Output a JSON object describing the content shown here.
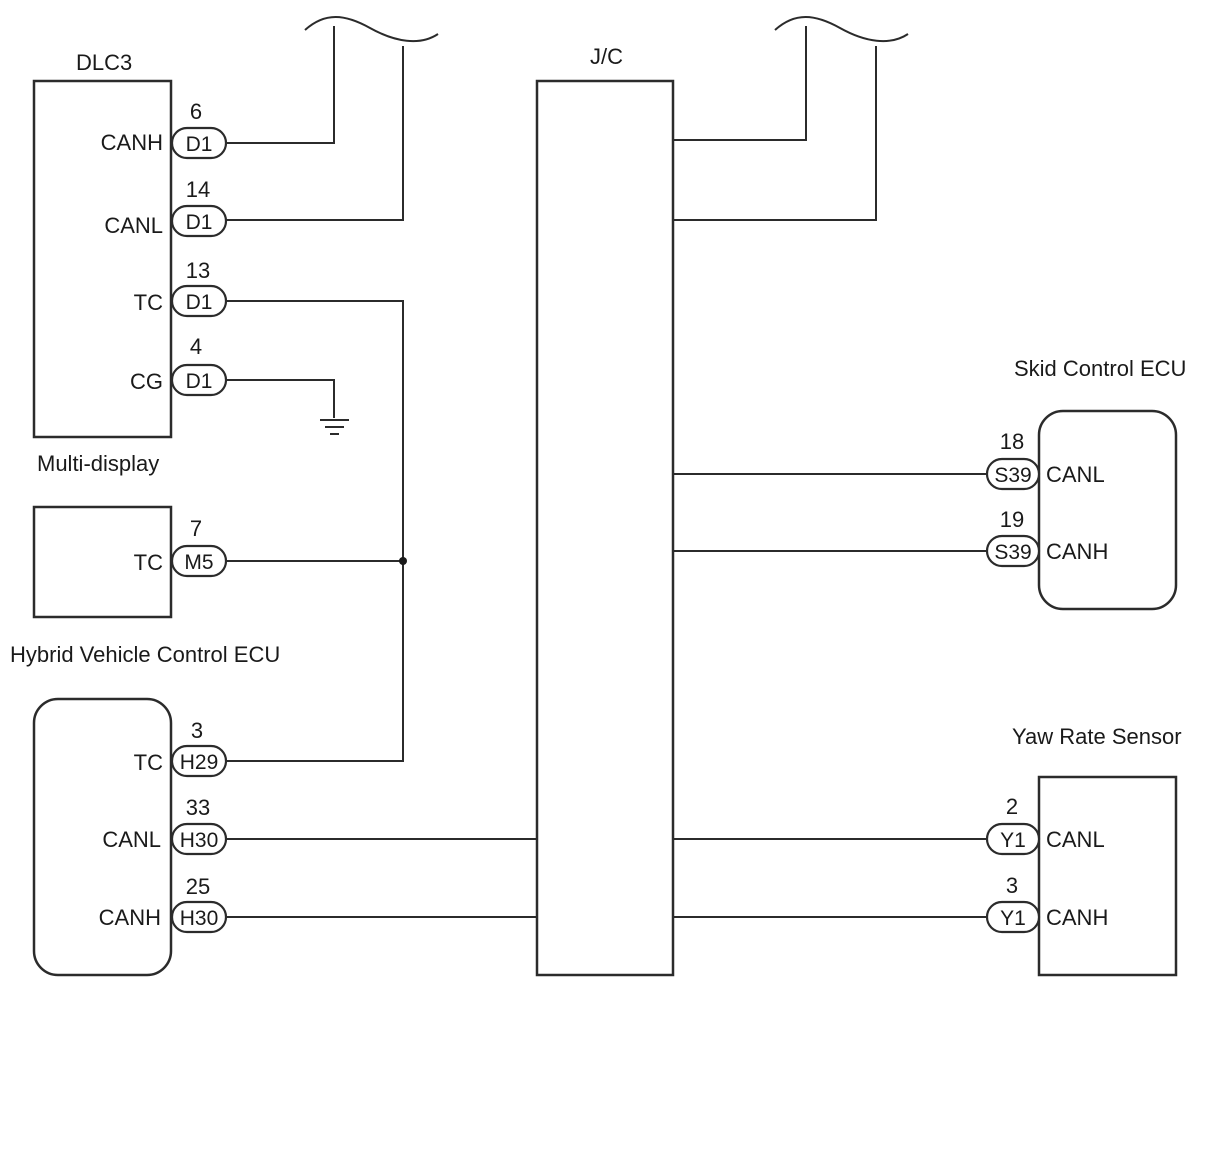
{
  "components": {
    "dlc3": "DLC3",
    "jc": "J/C",
    "multi_display": "Multi-display",
    "hv_ecu": "Hybrid Vehicle Control ECU",
    "skid_ecu": "Skid Control ECU",
    "yaw_sensor": "Yaw Rate Sensor"
  },
  "dlc3_pins": [
    {
      "signal": "CANH",
      "pin": "6",
      "connector": "D1"
    },
    {
      "signal": "CANL",
      "pin": "14",
      "connector": "D1"
    },
    {
      "signal": "TC",
      "pin": "13",
      "connector": "D1"
    },
    {
      "signal": "CG",
      "pin": "4",
      "connector": "D1"
    }
  ],
  "multi_display_pins": [
    {
      "signal": "TC",
      "pin": "7",
      "connector": "M5"
    }
  ],
  "hv_ecu_pins": [
    {
      "signal": "TC",
      "pin": "3",
      "connector": "H29"
    },
    {
      "signal": "CANL",
      "pin": "33",
      "connector": "H30"
    },
    {
      "signal": "CANH",
      "pin": "25",
      "connector": "H30"
    }
  ],
  "skid_ecu_pins": [
    {
      "signal": "CANL",
      "pin": "18",
      "connector": "S39"
    },
    {
      "signal": "CANH",
      "pin": "19",
      "connector": "S39"
    }
  ],
  "yaw_sensor_pins": [
    {
      "signal": "CANL",
      "pin": "2",
      "connector": "Y1"
    },
    {
      "signal": "CANH",
      "pin": "3",
      "connector": "Y1"
    }
  ]
}
